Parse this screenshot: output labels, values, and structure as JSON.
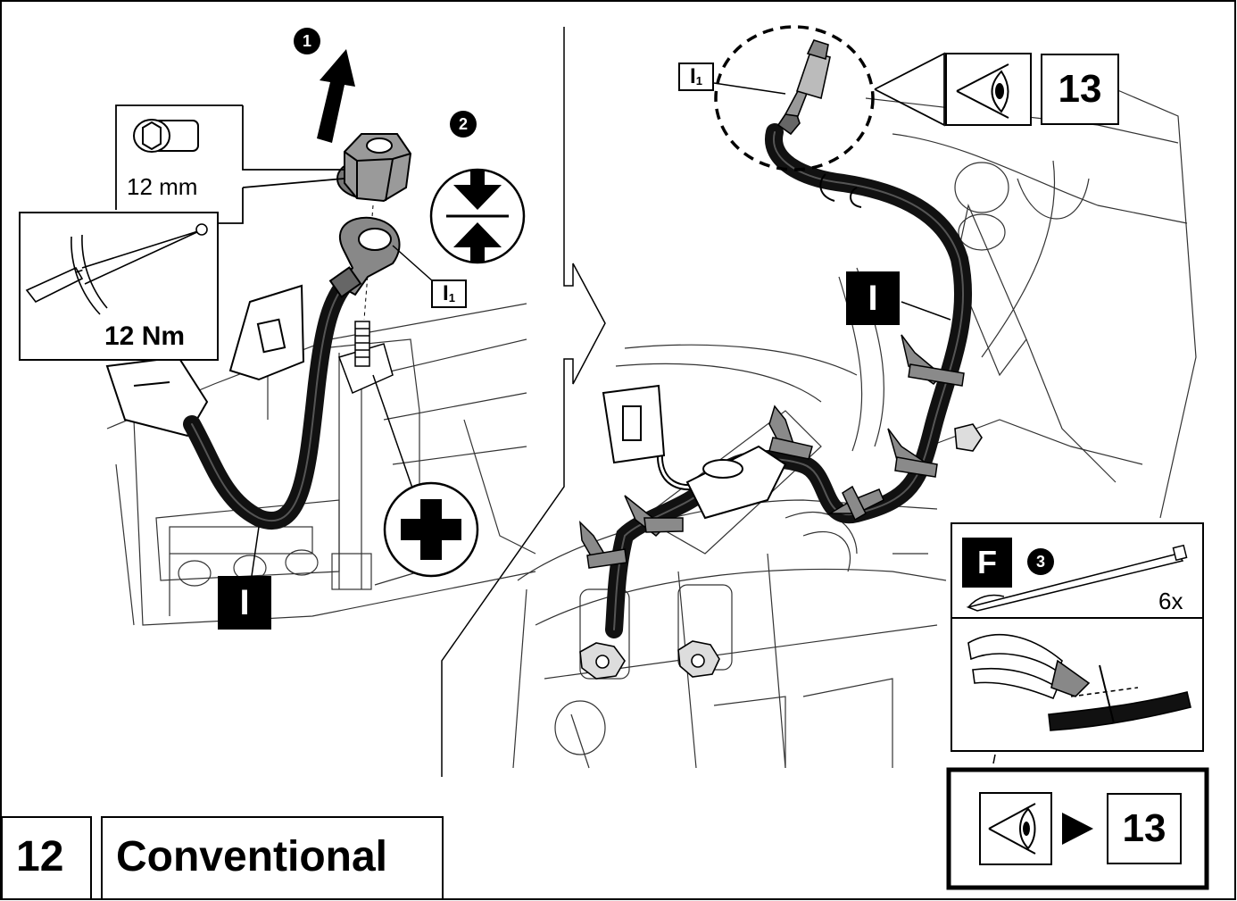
{
  "left_panel": {
    "socket_size": "12 mm",
    "torque": "12 Nm",
    "step_1": "1",
    "step_2": "2",
    "cable_label": "I",
    "terminal_label_main": "I",
    "terminal_label_sub": "1",
    "polarity_icon": "plus-icon",
    "compress_icon": "press-arrows-icon"
  },
  "right_panel": {
    "terminal_label_main": "I",
    "terminal_label_sub": "1",
    "view_ref": "13",
    "cable_label": "I",
    "fastener_badge": "F",
    "step_3": "3",
    "tie_count": "6x",
    "view_icon": "eye-view-icon",
    "pliers_icon": "side-cutter-icon"
  },
  "footer": {
    "step_number": "12",
    "step_title": "Conventional",
    "next_ref": "13",
    "next_arrow_icon": "triangle-right-icon"
  },
  "colors": {
    "ink": "#000000",
    "paper": "#ffffff",
    "cable": "#111111",
    "clip": "#8a8a8a"
  }
}
